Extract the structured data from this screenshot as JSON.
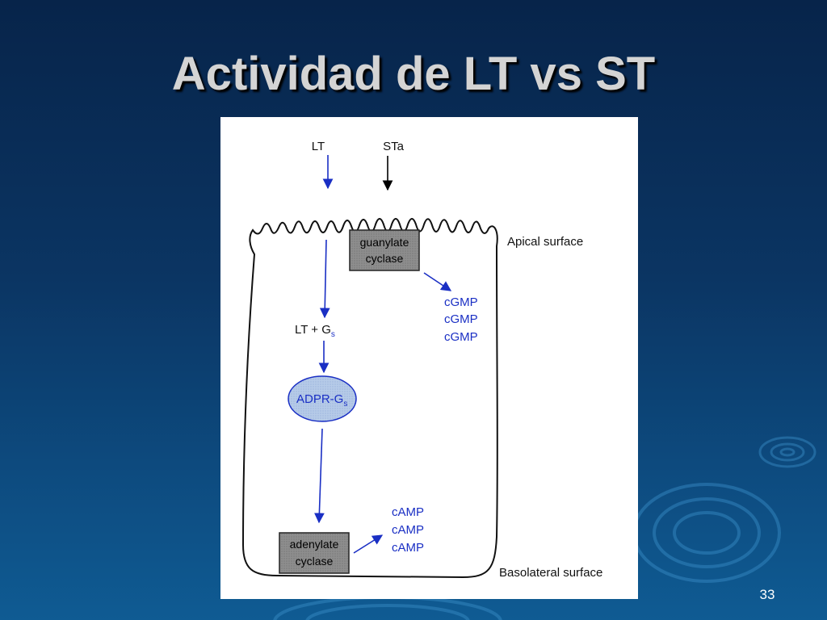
{
  "slide": {
    "title": "Actividad de LT vs ST",
    "page_number": "33"
  },
  "diagram": {
    "toxin_lt": "LT",
    "toxin_sta": "STa",
    "apical_label": "Apical surface",
    "basolateral_label": "Basolateral surface",
    "guanylate_box": {
      "line1": "guanylate",
      "line2": "cyclase"
    },
    "cgmp_list": [
      "cGMP",
      "cGMP",
      "cGMP"
    ],
    "lt_gs": {
      "main": "LT + G",
      "sub": "s"
    },
    "adpr": {
      "main": "ADPR-G",
      "sub": "s"
    },
    "adenylate_box": {
      "line1": "adenylate",
      "line2": "cyclase"
    },
    "camp_list": [
      "cAMP",
      "cAMP",
      "cAMP"
    ]
  },
  "colors": {
    "accent_blue": "#1a2fc4",
    "box_gray": "#8e8e8e",
    "ellipse_fill": "#b6cbe8"
  }
}
